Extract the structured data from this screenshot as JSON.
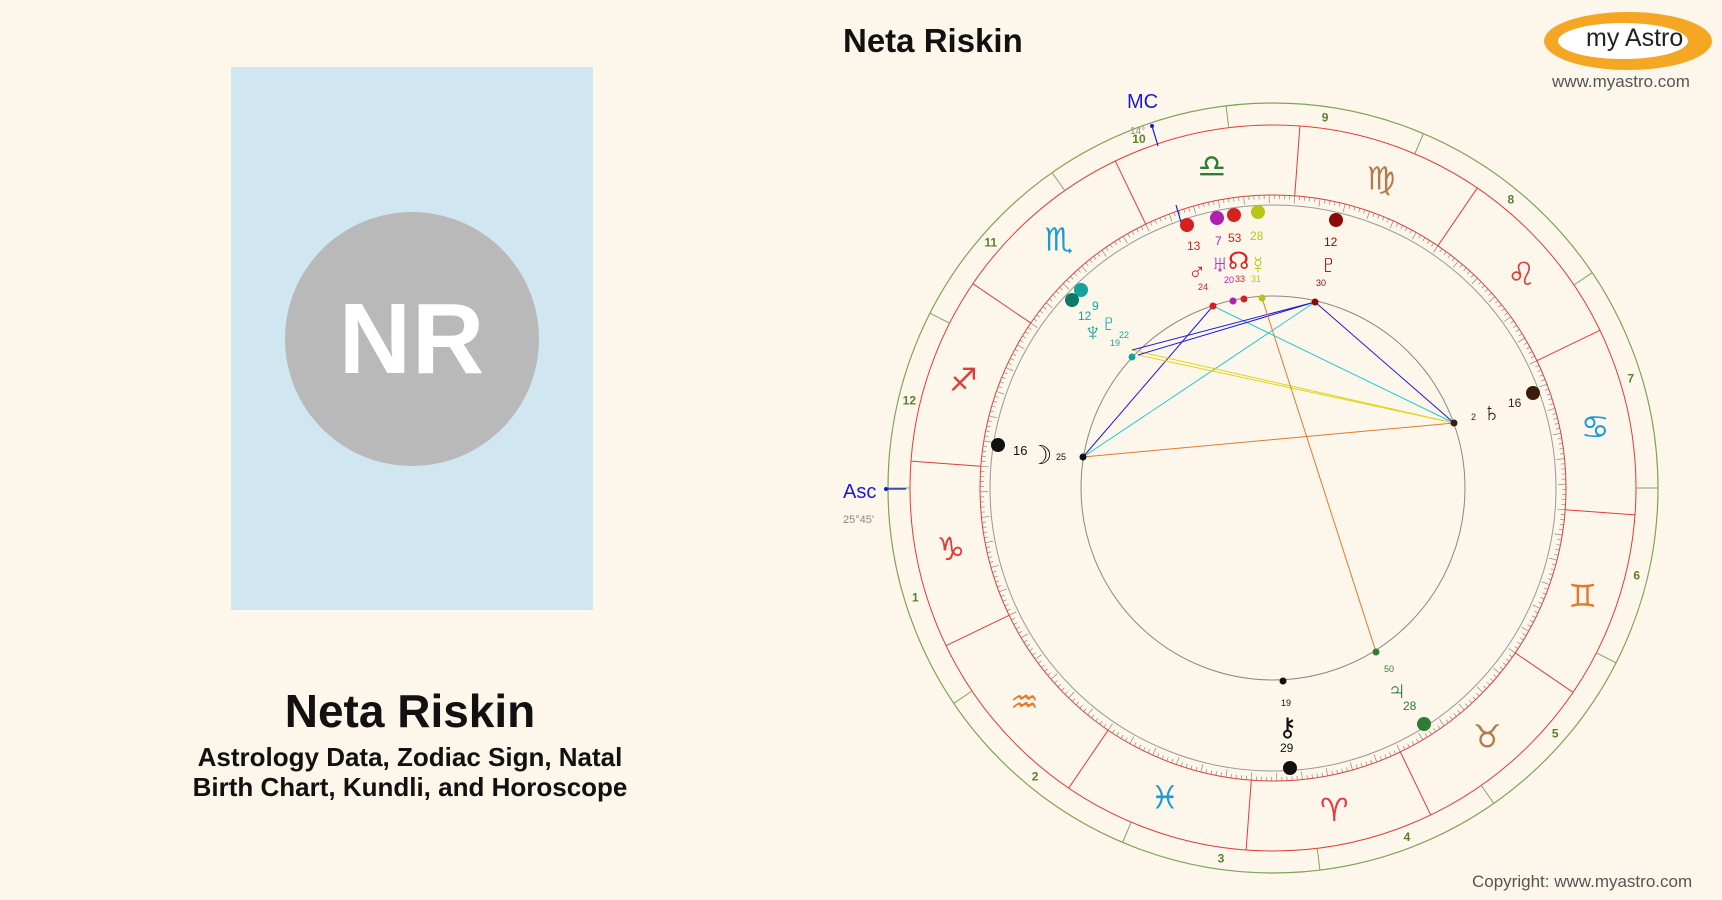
{
  "profile": {
    "initials": "NR",
    "name": "Neta Riskin",
    "subtitle_line1": "Astrology Data, Zodiac Sign, Natal",
    "subtitle_line2": "Birth Chart, Kundli, and Horoscope"
  },
  "chart_title": "Neta Riskin",
  "logo": {
    "text": "my Astro",
    "url": "www.myastro.com"
  },
  "copyright": "Copyright: www.myastro.com",
  "colors": {
    "background": "#fdf7eb",
    "avatar_card": "#d0e6f0",
    "avatar_circle": "#b9b9b9",
    "logo_orange": "#f5a623",
    "outer_ring": "#7fa35a",
    "house_lines": "#e23b3b",
    "angle_blue": "#1a1ad6"
  },
  "angles": {
    "asc": {
      "label": "Asc",
      "degree": "25°45'"
    },
    "mc": {
      "label": "MC",
      "degree": "14°"
    }
  },
  "house_numbers": [
    {
      "n": "1"
    },
    {
      "n": "2"
    },
    {
      "n": "3"
    },
    {
      "n": "4"
    },
    {
      "n": "5"
    },
    {
      "n": "6"
    },
    {
      "n": "7"
    },
    {
      "n": "8"
    },
    {
      "n": "9"
    },
    {
      "n": "10"
    },
    {
      "n": "11"
    },
    {
      "n": "12"
    }
  ],
  "signs": [
    {
      "name": "capricorn-icon",
      "glyph": "♑",
      "color": "#e23b3b"
    },
    {
      "name": "aquarius-icon",
      "glyph": "♒",
      "color": "#e8772e"
    },
    {
      "name": "pisces-icon",
      "glyph": "♓",
      "color": "#1c9ad6"
    },
    {
      "name": "aries-icon",
      "glyph": "♈",
      "color": "#e23b3b"
    },
    {
      "name": "taurus-icon",
      "glyph": "♉",
      "color": "#b5794a"
    },
    {
      "name": "gemini-icon",
      "glyph": "♊",
      "color": "#e8772e"
    },
    {
      "name": "cancer-icon",
      "glyph": "♋",
      "color": "#1c9ad6"
    },
    {
      "name": "leo-icon",
      "glyph": "♌",
      "color": "#e23b3b"
    },
    {
      "name": "virgo-icon",
      "glyph": "♍",
      "color": "#b5794a"
    },
    {
      "name": "libra-icon",
      "glyph": "♎",
      "color": "#2e7d32"
    },
    {
      "name": "scorpio-icon",
      "glyph": "♏",
      "color": "#1c9ad6"
    },
    {
      "name": "sagittarius-icon",
      "glyph": "♐",
      "color": "#e23b3b"
    }
  ],
  "planets": [
    {
      "name": "moon-icon",
      "glyph": "☽",
      "deg": "16",
      "min": "25",
      "color": "#111111"
    },
    {
      "name": "saturn-icon",
      "glyph": "♄",
      "deg": "16",
      "min": "2",
      "color": "#3a1d0a"
    },
    {
      "name": "pluto-icon",
      "glyph": "♇",
      "deg": "12",
      "min": "30",
      "color": "#8b0a0a"
    },
    {
      "name": "jupiter-icon",
      "glyph": "♃",
      "deg": "28",
      "min": "50",
      "color": "#2e7d32"
    },
    {
      "name": "chiron-icon",
      "glyph": "⚷",
      "deg": "29",
      "min": "19",
      "color": "#111111"
    },
    {
      "name": "neptune-icon",
      "glyph": "♆",
      "deg": "9",
      "min": "22",
      "color": "#14a39a"
    },
    {
      "name": "pluto-small-icon",
      "glyph": "♇",
      "deg": "12",
      "min": "19",
      "color": "#14a39a"
    },
    {
      "name": "mars-icon",
      "glyph": "♂",
      "deg": "13",
      "min": "24",
      "color": "#d62020"
    },
    {
      "name": "uranus-icon",
      "glyph": "♅",
      "deg": "7",
      "min": "20",
      "color": "#b020b0"
    },
    {
      "name": "node-icon",
      "glyph": "☊",
      "deg": "53",
      "min": "33",
      "color": "#d62020"
    },
    {
      "name": "mercury-icon",
      "glyph": "☿",
      "deg": "28",
      "min": "31",
      "color": "#b8c418"
    }
  ]
}
